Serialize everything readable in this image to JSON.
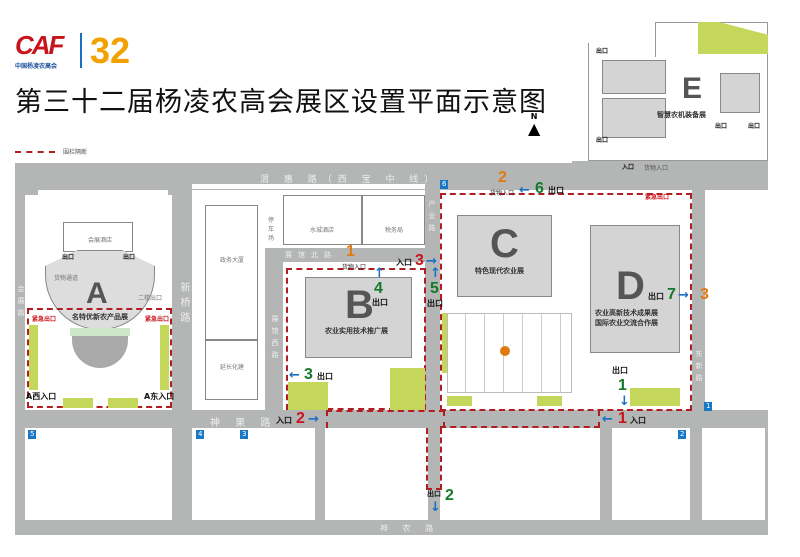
{
  "logo": {
    "brand": "CAF",
    "subtitle": "中国杨凌农高会",
    "edition": "32"
  },
  "title": "第三十二届杨凌农高会展区设置平面示意图",
  "compass": "N",
  "legend": {
    "label": "围栏隔断",
    "color": "#b01d23"
  },
  "roads": {
    "north": "渭 惠 路（西 宝 中 线）",
    "south_mid": "神 果 路",
    "south": "神 农 路",
    "west": "会展路",
    "xinqiao": "新桥路",
    "zhanguan_north": "展馆北路",
    "zhanguan_west": "展馆西路",
    "chanye": "产业路",
    "dongxin": "东新路"
  },
  "buildings": {
    "hotel_a": "会展酒店",
    "government": "政务大厦",
    "yanchang": "延长化建",
    "parking": "停车场",
    "water_hotel": "水城酒店",
    "tax": "税务局"
  },
  "zones": {
    "A": {
      "letter": "A",
      "name": "名特优新农产品展"
    },
    "B": {
      "letter": "B",
      "name": "农业实用技术推广展"
    },
    "C": {
      "letter": "C",
      "name": "特色现代农业展"
    },
    "D": {
      "letter": "D",
      "name": "农业高新技术成果展",
      "name2": "国际农业交流合作展"
    },
    "E": {
      "letter": "E",
      "name": "智慧农机装备展"
    }
  },
  "labels": {
    "exit": "出口",
    "entrance": "入口",
    "goods_entrance": "货物入口",
    "emergency_exit": "紧急出口",
    "a_west": "A西入口",
    "a_east": "A东入口",
    "second_floor_exit": "二楼出口",
    "goods_channel": "货物通道"
  },
  "entrances": [
    "1",
    "2",
    "3"
  ],
  "exits": [
    "1",
    "2",
    "3",
    "4",
    "5",
    "6",
    "7"
  ],
  "goods_entrances": [
    "1",
    "2",
    "3"
  ],
  "bus_stops": [
    "1",
    "2",
    "3",
    "4",
    "5",
    "6"
  ],
  "colors": {
    "entrance": "#c8141c",
    "exit": "#137a2b",
    "goods": "#e07a10",
    "arrow": "#1b6fc0",
    "green": "#c5d75a"
  }
}
